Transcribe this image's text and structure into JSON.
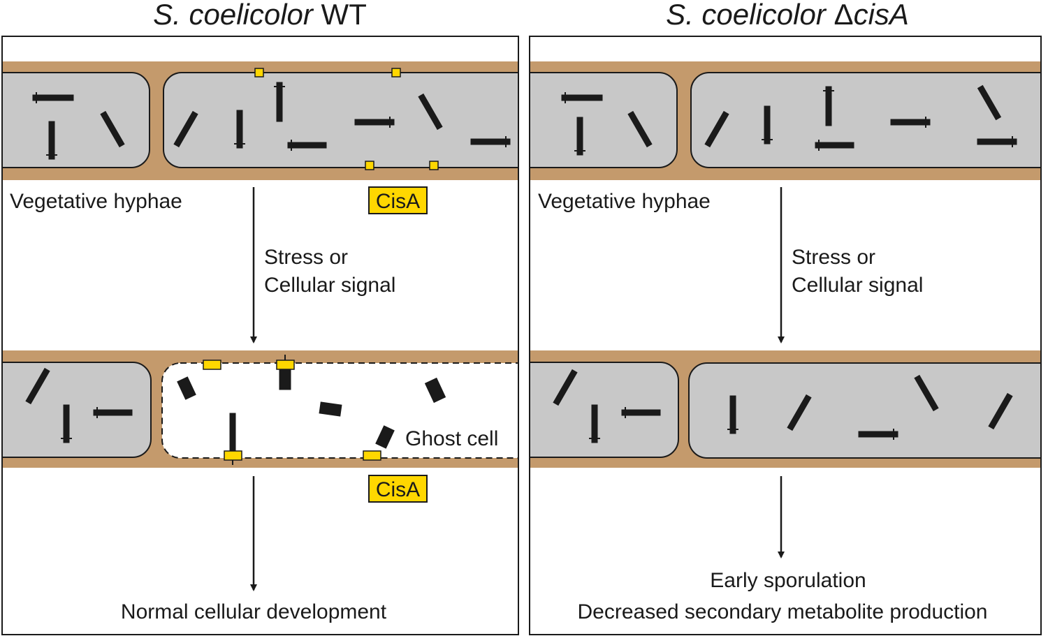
{
  "colors": {
    "wall": "#c49a6c",
    "cytoplasm": "#c8c8c8",
    "protein": "#ffd700",
    "chromosome": "#1a1a1a",
    "border": "#1a1a1a"
  },
  "left_panel": {
    "title_italic": "S. coelicolor",
    "title_plain": " WT",
    "top_label": "Vegetative hyphae",
    "cisa_top": "CisA",
    "signal_line1": "Stress or",
    "signal_line2": "Cellular signal",
    "ghost_label": "Ghost cell",
    "cisa_bottom": "CisA",
    "outcome": "Normal cellular development"
  },
  "right_panel": {
    "title_italic": "S. coelicolor ",
    "title_delta": "Δ",
    "title_italic2": "cisA",
    "top_label": "Vegetative hyphae",
    "signal_line1": "Stress or",
    "signal_line2": "Cellular signal",
    "outcome_line1": "Early sporulation",
    "outcome_line2": "Decreased secondary metabolite production"
  }
}
